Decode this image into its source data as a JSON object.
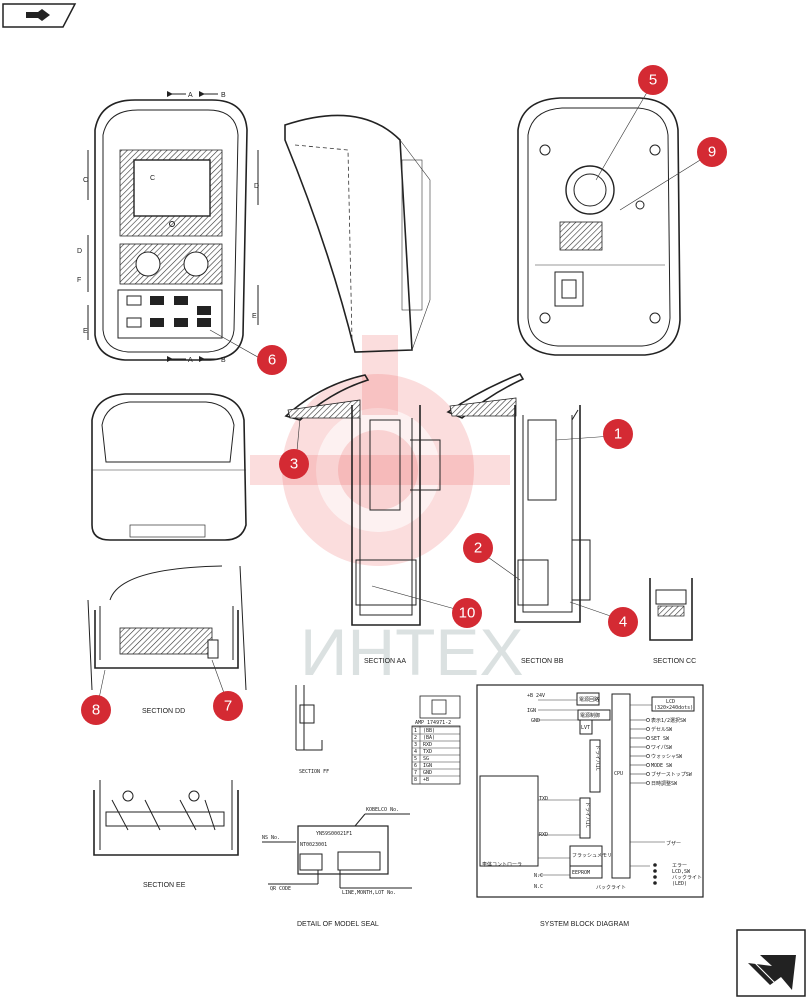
{
  "sections": {
    "aa": "SECTION AA",
    "bb": "SECTION BB",
    "cc": "SECTION CC",
    "dd": "SECTION DD",
    "ee": "SECTION EE",
    "ff": "SECTION FF"
  },
  "section_marks": {
    "a": "A",
    "b": "B",
    "c": "C",
    "d": "D",
    "e": "E",
    "f": "F"
  },
  "callouts": [
    "1",
    "2",
    "3",
    "4",
    "5",
    "6",
    "7",
    "8",
    "9",
    "10"
  ],
  "model_seal": {
    "caption": "DETAIL OF MODEL SEAL",
    "kobelco_no": "KOBELCO No.",
    "model_code": "YN59S00021F1",
    "serial": "NT0023001",
    "ns_no": "NS No.",
    "qr_code": "QR CODE",
    "line_month_lot": "LINE,MONTH,LOT No."
  },
  "connector_table": {
    "header": "AMP 174971-2",
    "rows": [
      {
        "pin": "1",
        "signal": "(BB)"
      },
      {
        "pin": "2",
        "signal": "(BA)"
      },
      {
        "pin": "3",
        "signal": "RXD"
      },
      {
        "pin": "4",
        "signal": "TXD"
      },
      {
        "pin": "5",
        "signal": "SG"
      },
      {
        "pin": "6",
        "signal": "IGN"
      },
      {
        "pin": "7",
        "signal": "GND"
      },
      {
        "pin": "8",
        "signal": "+B"
      }
    ]
  },
  "block_diagram": {
    "caption": "SYSTEM BLOCK DIAGRAM",
    "power_24v": "+B 24V",
    "ign": "IGN",
    "gnd": "GND",
    "txd": "TXD",
    "rxd": "RXD",
    "nc1": "N.C",
    "nc2": "N.C",
    "cpu": "CPU",
    "lcd": "LCD",
    "lcd_sub": "(320×240dots)",
    "eeprom": "EEPROM",
    "buzzer": "ブザー",
    "power_circuit": "電源回路",
    "power_ctrl": "電源制御",
    "lvt": "LVT",
    "driver_ic1": "ドライバIC",
    "driver_ic2": "ドライバIC",
    "flash": "フラッシュメモリ",
    "backlight": "バックライト",
    "controller": "車体コントローラ",
    "switches": [
      "表示1/2選択SW",
      "デセルSW",
      "SET SW",
      "ワイパSW",
      "ウォッシャSW",
      "MODE SW",
      "ブザーストップSW",
      "日時調整SW"
    ],
    "outputs": [
      "エラー",
      "LCD,SW",
      "バックライト",
      "(LED)"
    ]
  },
  "watermark": "ИНТЕХ",
  "icons": {
    "top_left": "folder-arrow-icon",
    "bottom_right": "next-page-arrow-icon"
  }
}
